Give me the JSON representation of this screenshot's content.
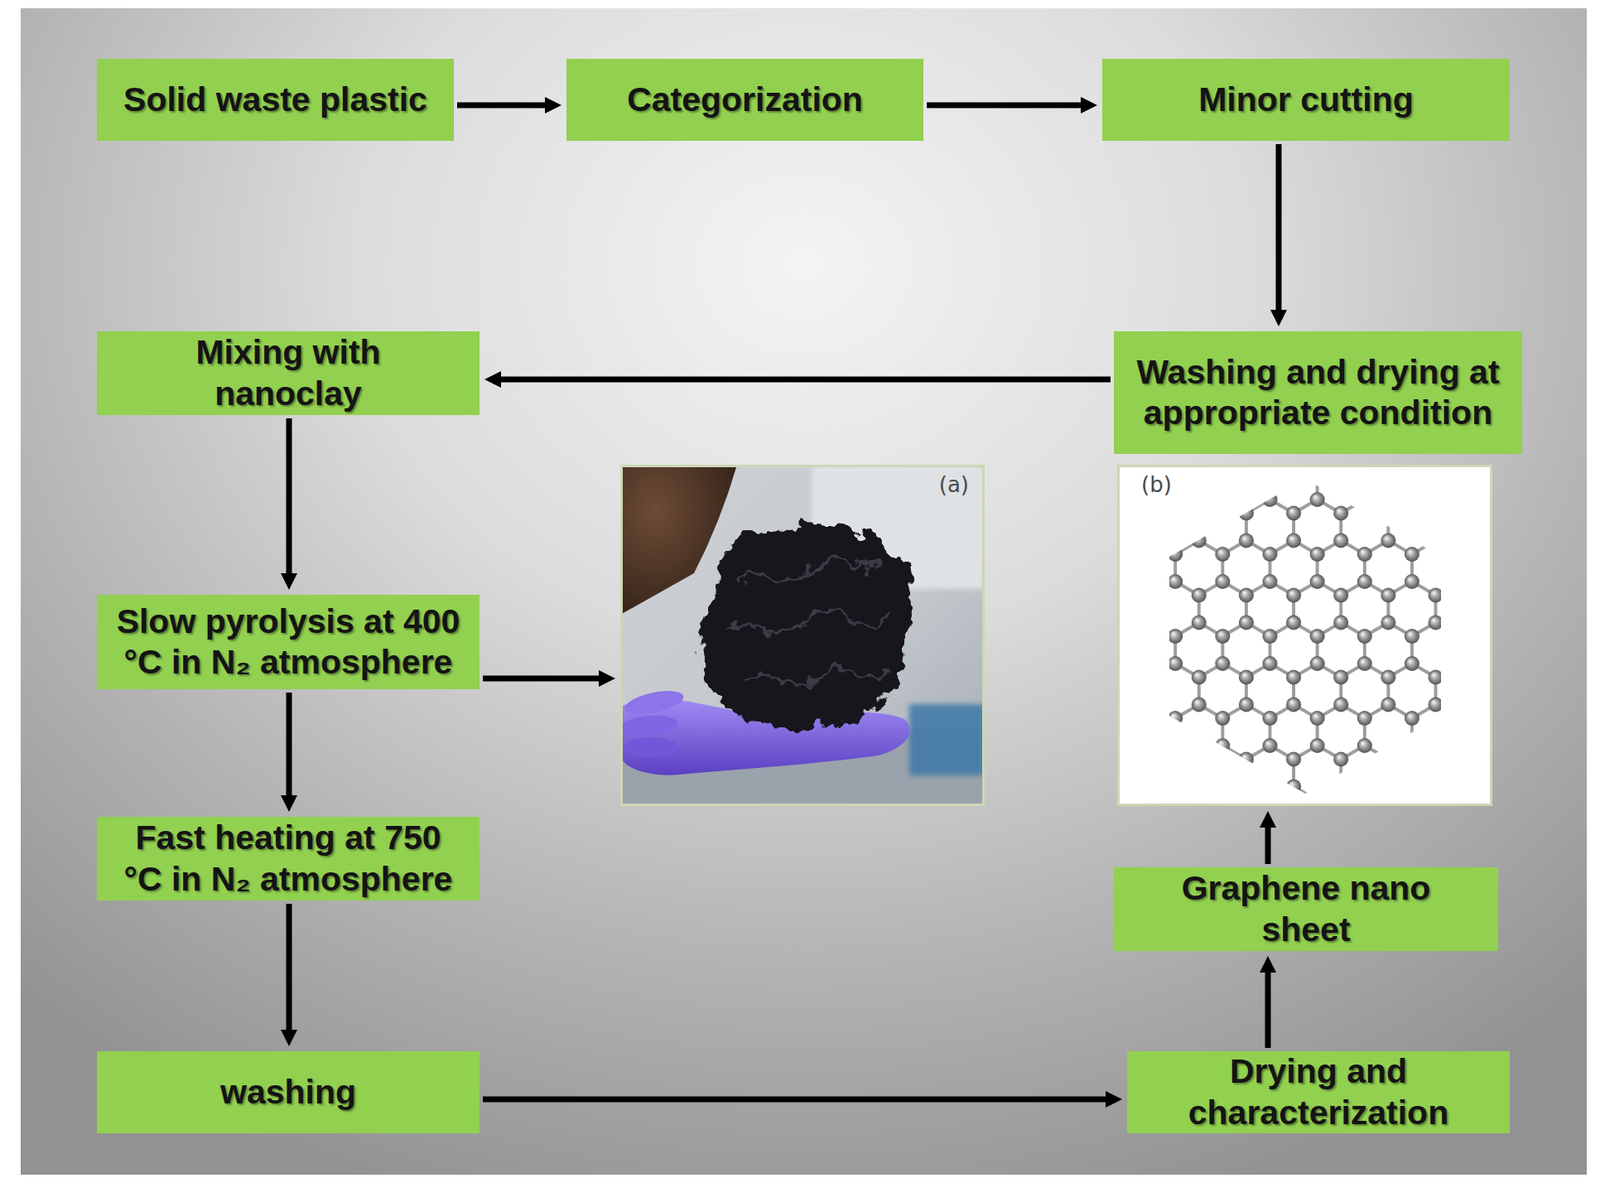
{
  "diagram": {
    "nodes": [
      {
        "text": [
          "Solid waste plastic"
        ]
      },
      {
        "text": [
          "Categorization"
        ]
      },
      {
        "text": [
          "Minor cutting"
        ]
      },
      {
        "text": [
          "Mixing with nanoclay"
        ]
      },
      {
        "text": [
          "Washing and drying at appropriate condition"
        ]
      },
      {
        "text": [
          "(a)"
        ]
      },
      {
        "text": [
          "(b)"
        ]
      },
      {
        "text": [
          "Slow pyrolysis at 400 °C in N₂ atmosphere"
        ]
      },
      {
        "text": [
          "Fast heating at 750 °C in N₂ atmosphere"
        ]
      },
      {
        "text": [
          "Graphene nano sheet"
        ]
      },
      {
        "text": [
          "washing"
        ]
      },
      {
        "text": [
          "Drying and characterization"
        ]
      }
    ],
    "edges": [
      {
        "from": 0,
        "to": 1,
        "arrow": "to"
      },
      {
        "from": 1,
        "to": 2,
        "arrow": "to"
      },
      {
        "from": 2,
        "to": 4,
        "arrow": "to"
      },
      {
        "from": 4,
        "to": 3,
        "arrow": "to"
      },
      {
        "from": 3,
        "to": 7,
        "arrow": "to"
      },
      {
        "from": 7,
        "to": 5,
        "arrow": "to"
      },
      {
        "from": 7,
        "to": 8,
        "arrow": "to"
      },
      {
        "from": 8,
        "to": 10,
        "arrow": "to"
      },
      {
        "from": 10,
        "to": 11,
        "arrow": "to"
      },
      {
        "from": 11,
        "to": 9,
        "arrow": "to"
      },
      {
        "from": 9,
        "to": 6,
        "arrow": "to"
      }
    ]
  }
}
